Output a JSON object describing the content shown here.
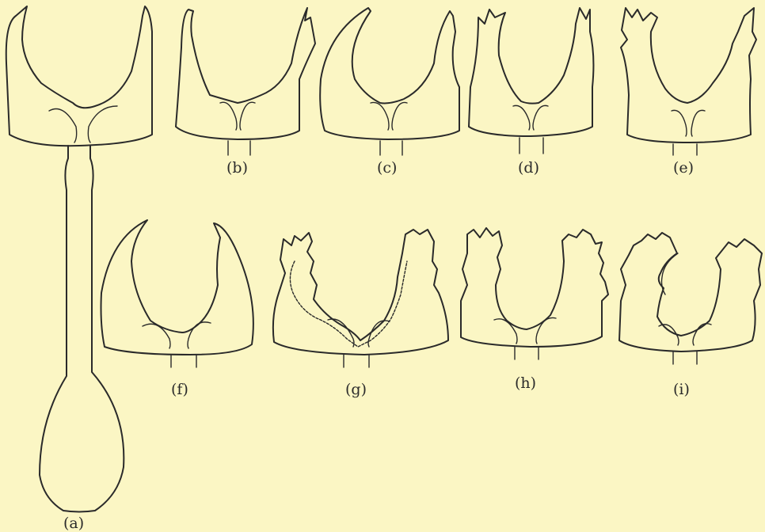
{
  "figure": {
    "background_color": "#fbf6c4",
    "line_color": "#2a2a2a",
    "panels": [
      {
        "id": "a",
        "label": "(a)"
      },
      {
        "id": "b",
        "label": "(b)"
      },
      {
        "id": "c",
        "label": "(c)"
      },
      {
        "id": "d",
        "label": "(d)"
      },
      {
        "id": "e",
        "label": "(e)"
      },
      {
        "id": "f",
        "label": "(f)"
      },
      {
        "id": "g",
        "label": "(g)"
      },
      {
        "id": "h",
        "label": "(h)"
      },
      {
        "id": "i",
        "label": "(i)"
      }
    ]
  }
}
